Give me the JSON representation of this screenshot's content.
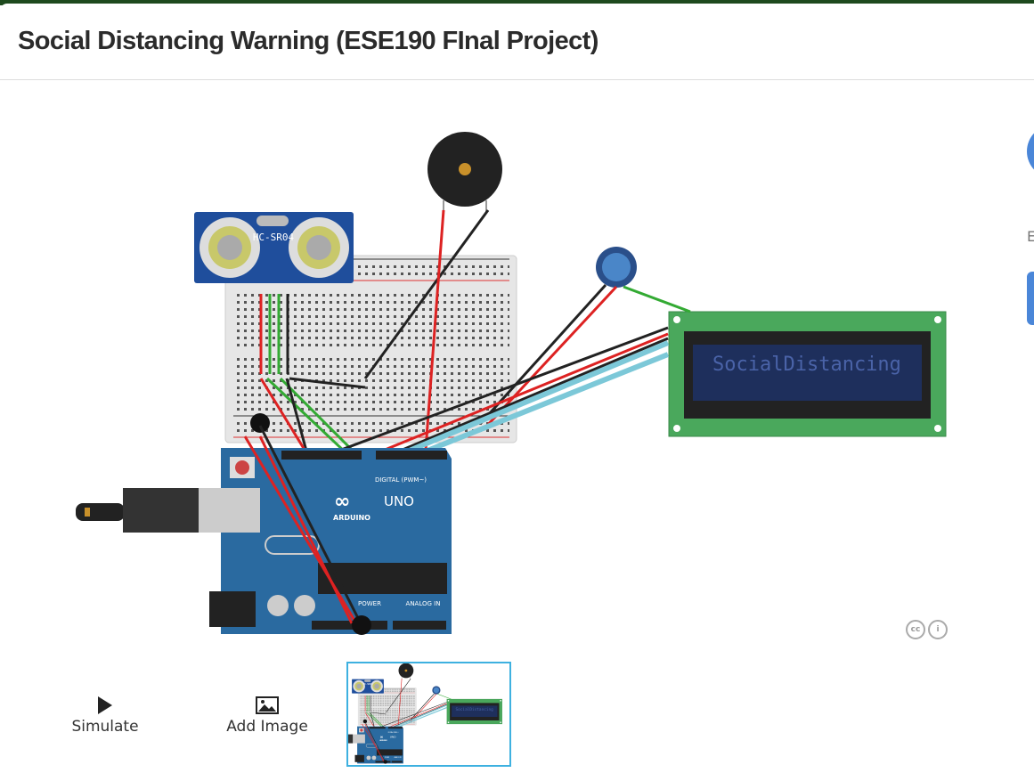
{
  "header": {
    "title": "Social Distancing Warning (ESE190 FInal Project)"
  },
  "circuit": {
    "sensor_label": "HC-SR04",
    "lcd_text": "SocialDistancing",
    "board_model": "UNO",
    "board_brand": "ARDUINO",
    "digital_label": "DIGITAL (PWM~)",
    "power_label": "POWER",
    "analog_label": "ANALOG IN"
  },
  "controls": {
    "simulate": "Simulate",
    "add_image": "Add Image"
  },
  "license": {
    "cc": "cc",
    "by": "i"
  },
  "sidebar": {
    "partial_label": "E"
  },
  "colors": {
    "accent": "#4a86d8",
    "thumb_border": "#3eb1e0",
    "board": "#2a6aa0",
    "lcd_pcb": "#4aa85c"
  },
  "icons": {
    "simulate": "play-icon",
    "add_image": "image-icon"
  }
}
